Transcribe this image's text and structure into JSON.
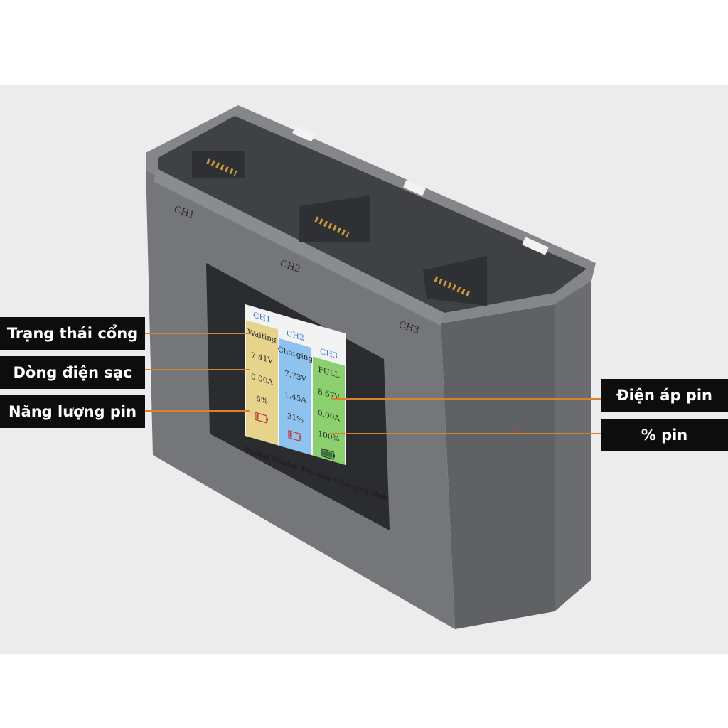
{
  "callouts": {
    "port_status": "Trạng thái cổng",
    "charge_current": "Dòng điện sạc",
    "battery_energy": "Năng lượng pin",
    "battery_voltage": "Điện  áp pin",
    "battery_percent": "% pin"
  },
  "device": {
    "slot_labels": [
      "CH1",
      "CH2",
      "CH3"
    ],
    "panel_caption": "Digital display Two-way Charging Hub"
  },
  "display": {
    "channels": [
      {
        "name": "CH1",
        "status": "Waiting",
        "voltage": "7.41V",
        "current": "0.00A",
        "percent": "6%",
        "battery_icon": "battery-low-icon",
        "color": "#e6d38c"
      },
      {
        "name": "CH2",
        "status": "Charging",
        "voltage": "7.73V",
        "current": "1.45A",
        "percent": "31%",
        "battery_icon": "battery-low-icon",
        "color": "#8fc3ef"
      },
      {
        "name": "CH3",
        "status": "FULL",
        "voltage": "8.67V",
        "current": "0.00A",
        "percent": "100%",
        "battery_icon": "battery-full-icon",
        "color": "#8ccf6e"
      }
    ]
  },
  "colors": {
    "leader_line": "#d9822b",
    "callout_bg": "#0d0d0d",
    "callout_text": "#ffffff",
    "body_gray": "#6b6d70",
    "backdrop": "#ececec"
  }
}
